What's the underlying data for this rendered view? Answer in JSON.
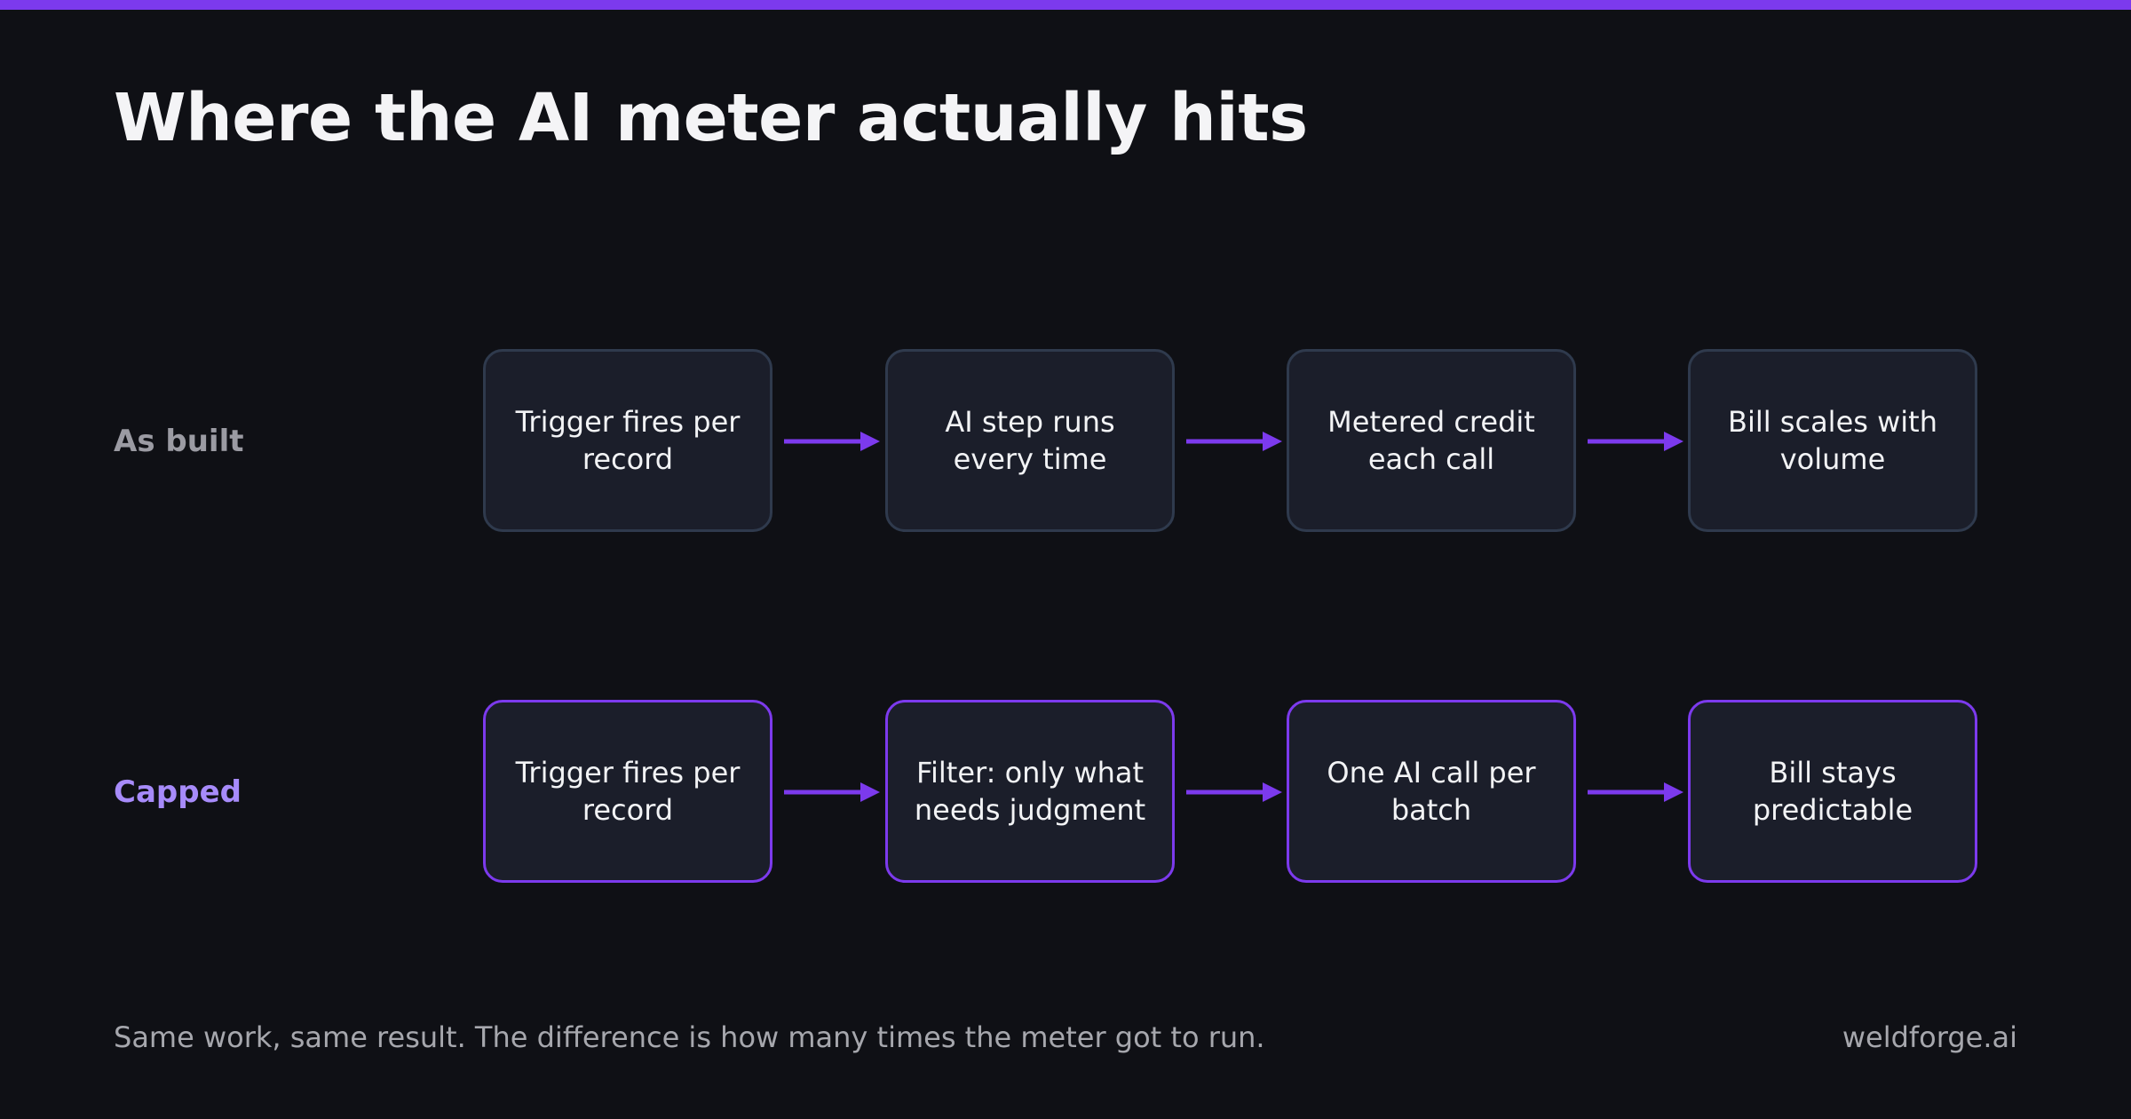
{
  "title": "Where the AI meter actually hits",
  "rows": [
    {
      "label": "As built",
      "label_color": "#9b9ba3",
      "border_color": "#2f3a4d",
      "steps": [
        "Trigger fires per record",
        "AI step runs every time",
        "Metered credit each call",
        "Bill scales with volume"
      ]
    },
    {
      "label": "Capped",
      "label_color": "#a78bfa",
      "border_color": "#7c3aed",
      "steps": [
        "Trigger fires per record",
        "Filter: only what needs judgment",
        "One AI call per batch",
        "Bill stays predictable"
      ]
    }
  ],
  "footer": {
    "note": "Same work, same result. The difference is how many times the meter got to run.",
    "brand": "weldforge.ai"
  },
  "colors": {
    "accent": "#7c3aed",
    "background": "#0f1015",
    "box_fill": "#1b1e2a"
  }
}
